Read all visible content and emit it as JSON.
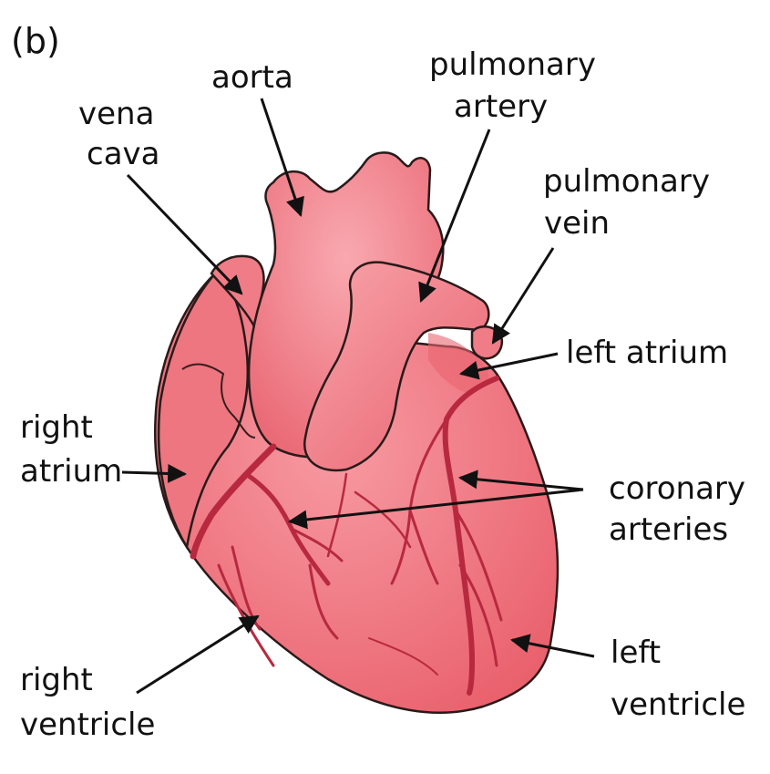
{
  "figure_label": "(b)",
  "labels": {
    "aorta": "aorta",
    "pulmonary_artery": [
      "pulmonary",
      "artery"
    ],
    "vena_cava": [
      "vena",
      "cava"
    ],
    "pulmonary_vein": [
      "pulmonary",
      "vein"
    ],
    "left_atrium": "left atrium",
    "right_atrium": [
      "right",
      "atrium"
    ],
    "coronary_arteries": [
      "coronary",
      "arteries"
    ],
    "right_ventricle": [
      "right",
      "ventricle"
    ],
    "left_ventricle": [
      "left",
      "ventricle"
    ]
  },
  "colors": {
    "heart_fill": "#f07a84",
    "heart_shade": "#e4606d",
    "vessel": "#b8293f",
    "label_text": "#111111"
  }
}
